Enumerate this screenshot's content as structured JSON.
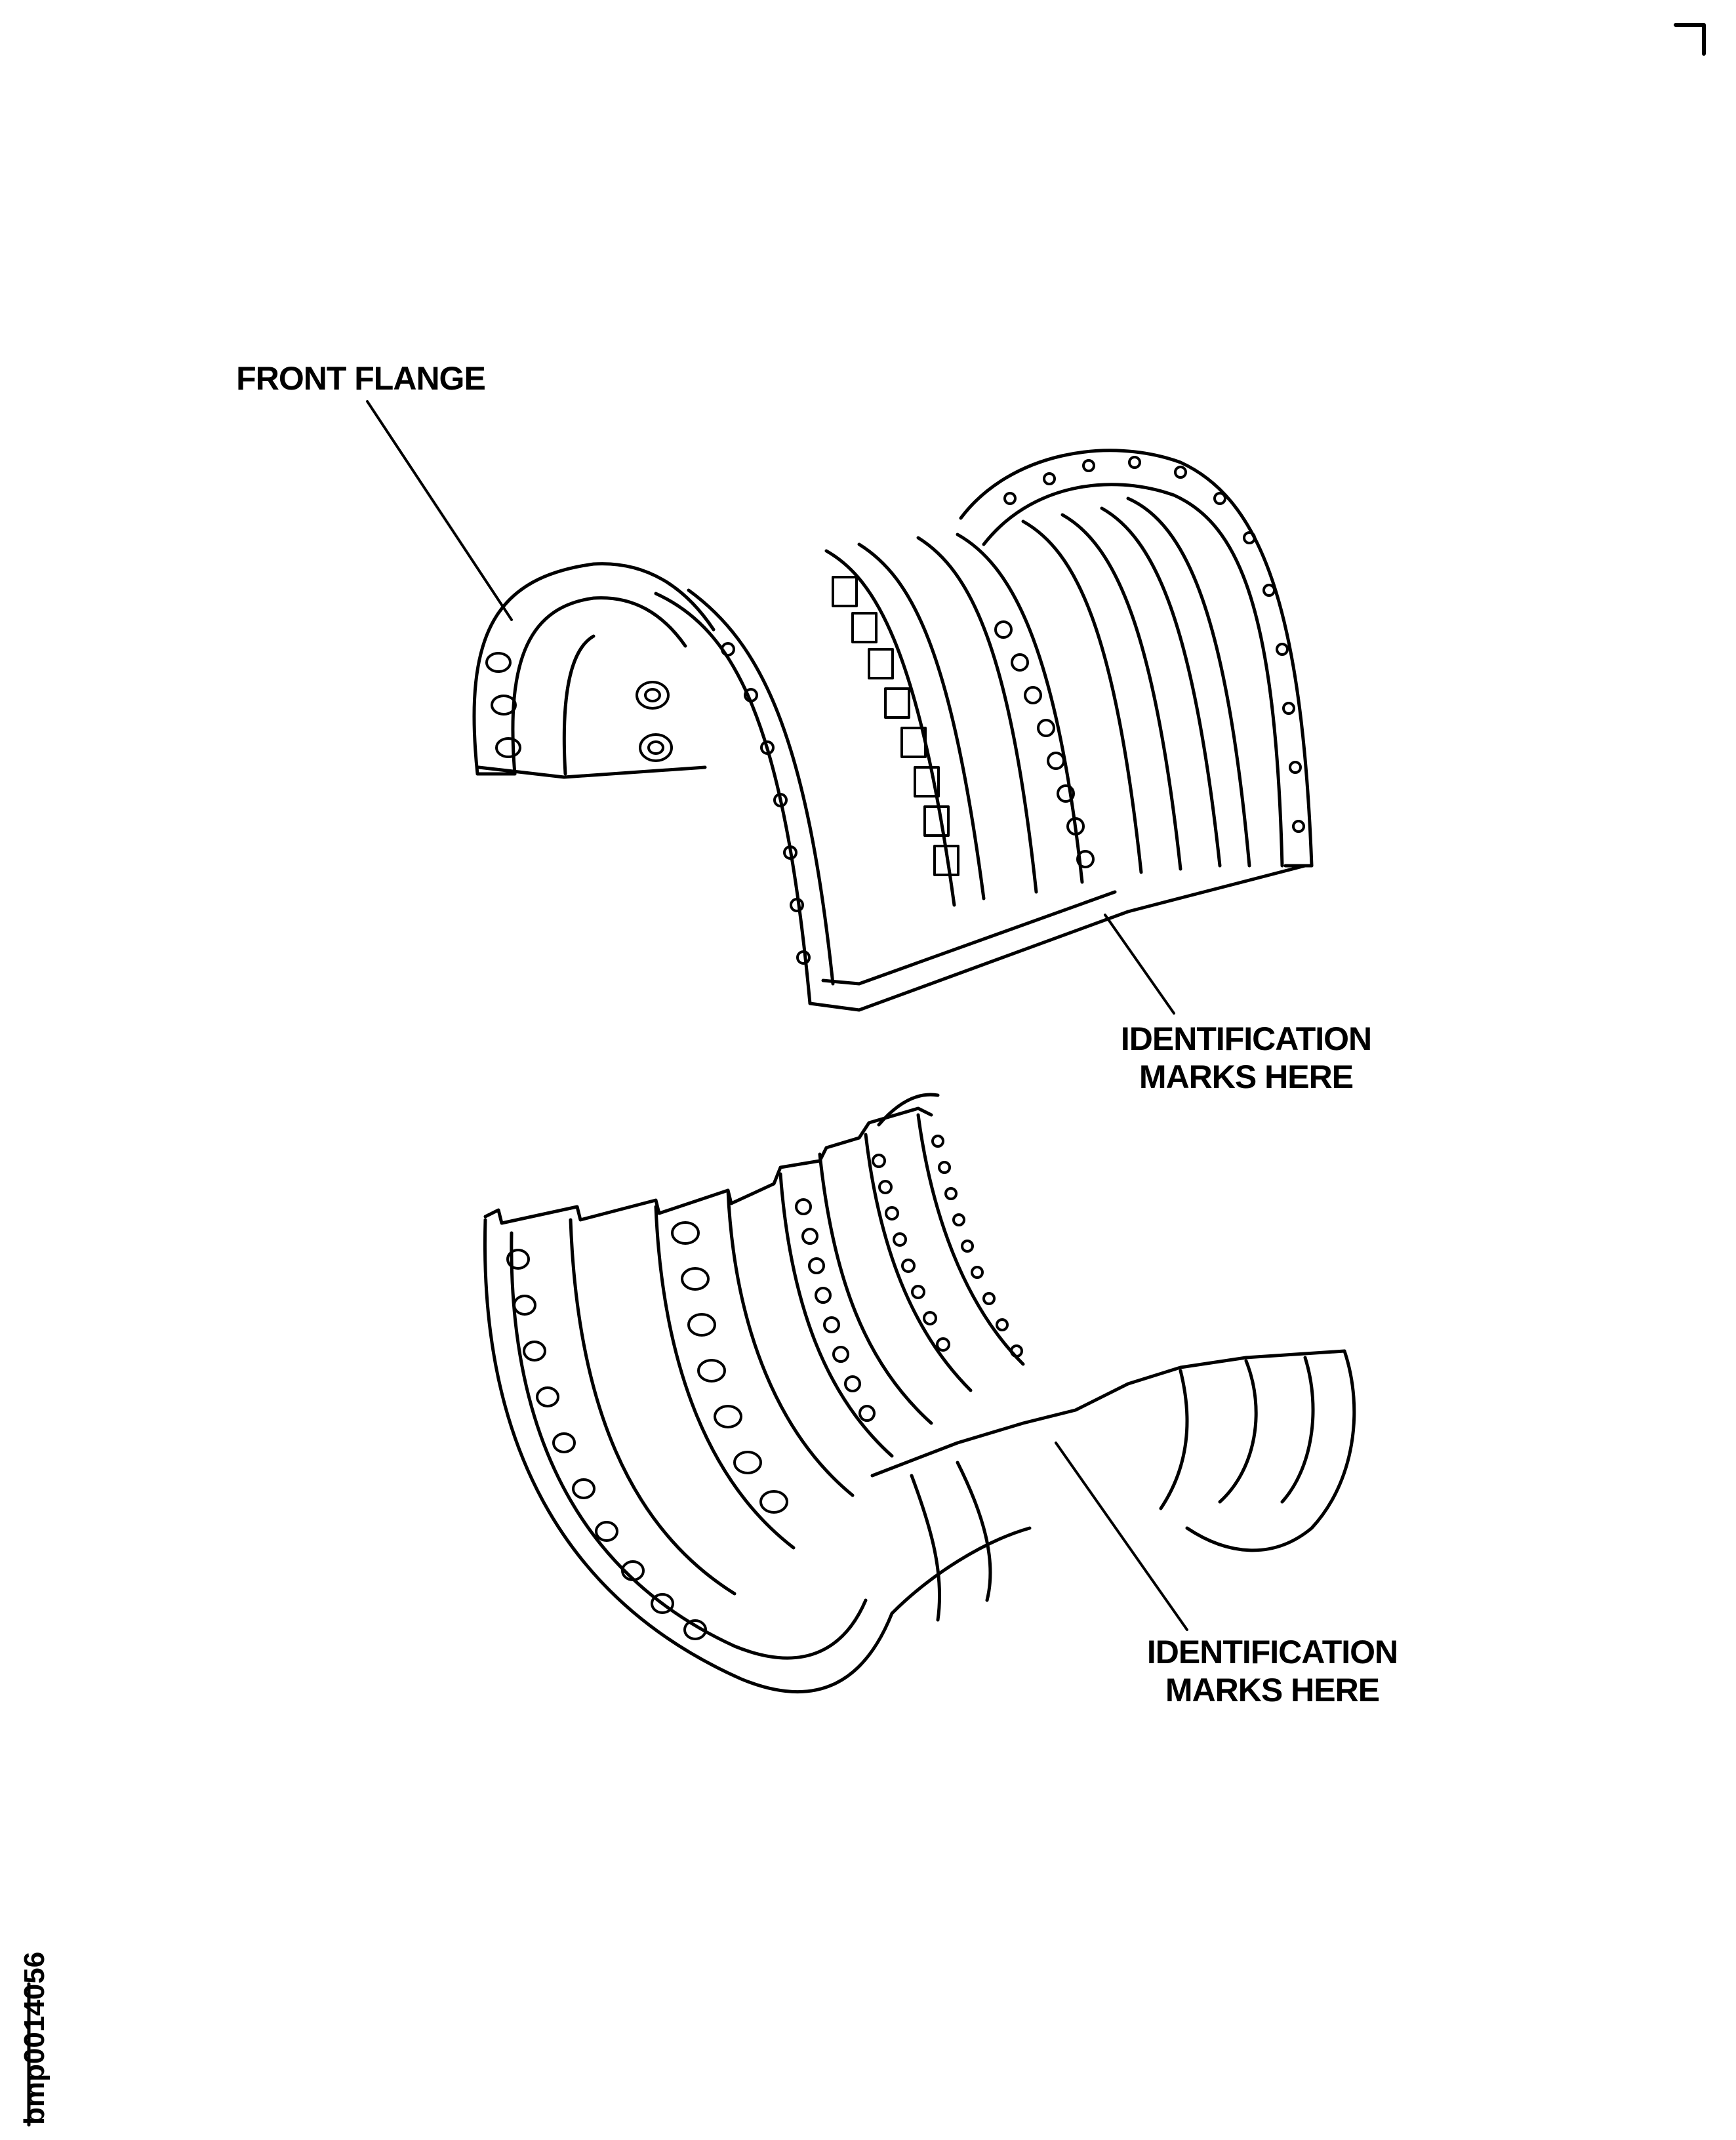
{
  "labels": {
    "front_flange": "FRONT FLANGE",
    "identification_top_line1": "IDENTIFICATION",
    "identification_top_line2": "MARKS HERE",
    "identification_bottom_line1": "IDENTIFICATION",
    "identification_bottom_line2": "MARKS HERE"
  },
  "figure_code": "bmp0014056"
}
